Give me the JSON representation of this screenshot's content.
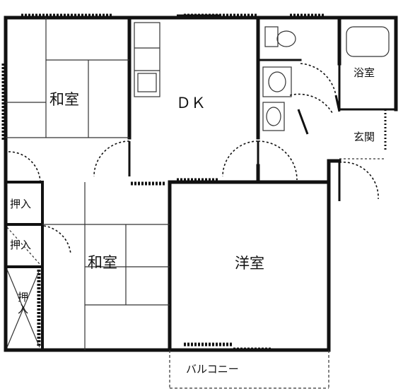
{
  "floorplan": {
    "rooms": {
      "washitsu_top": "和室",
      "dk": "ＤＫ",
      "yoshitsu": "洋室",
      "washitsu_bottom": "和室",
      "bath": "浴室",
      "entrance": "玄関",
      "balcony": "バルコニー"
    },
    "closets": {
      "oshiire_1": "押入",
      "oshiire_2": "押入",
      "oshiire_3": "押入"
    },
    "colors": {
      "wall": "#111111",
      "line": "#333333",
      "background": "#ffffff"
    }
  }
}
